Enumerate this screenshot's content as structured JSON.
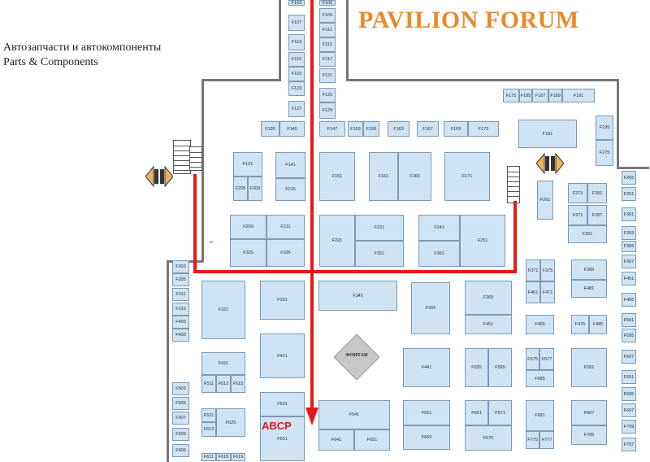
{
  "title": "PAVILION FORUM",
  "caption_ru": "Автозапчасти и автокомпоненты",
  "caption_en": "Parts & Components",
  "marker_label": "ABCP",
  "fountain_label": "ФОНТАН",
  "colors": {
    "booth_fill": "#cfe3f3",
    "route": "#e81818",
    "title": "#e88a2e",
    "entrance": "#f2b25e"
  },
  "icons": [
    "entrance-arrow-icon",
    "stairs-icon",
    "fountain-icon"
  ],
  "booths": [
    "F103",
    "F105",
    "F107",
    "F109",
    "F111",
    "F113",
    "F115",
    "F116",
    "F117",
    "F119",
    "F121",
    "F123",
    "F125",
    "F127",
    "F129",
    "F135",
    "F145",
    "F147",
    "F153",
    "F155",
    "F163",
    "F167",
    "F169",
    "F173",
    "F181",
    "F175",
    "F185",
    "F187",
    "F189",
    "F191",
    "F195",
    "F275",
    "F131",
    "F205",
    "F209",
    "F141",
    "F215",
    "F151",
    "F161",
    "F165",
    "F171",
    "F261",
    "F273",
    "F281",
    "F271",
    "F287",
    "F301",
    "F203",
    "F211",
    "F325",
    "F335",
    "F221",
    "F231",
    "F351",
    "F241",
    "F251",
    "F361",
    "F303",
    "F305",
    "F311",
    "F315",
    "F405",
    "F403",
    "F321",
    "F331",
    "F345",
    "F355",
    "F365",
    "F451",
    "F371",
    "F375",
    "F461",
    "F471",
    "F385",
    "F481",
    "F465",
    "F475",
    "F485",
    "F411",
    "F511",
    "F513",
    "F515",
    "F421",
    "F441",
    "F555",
    "F565",
    "F575",
    "F577",
    "F685",
    "F581",
    "F503",
    "F505",
    "F507",
    "F605",
    "F606",
    "F521",
    "F613",
    "F525",
    "F531",
    "F631",
    "F541",
    "F641",
    "F651",
    "F551",
    "F665",
    "F561",
    "F571",
    "F675",
    "F681",
    "F775",
    "F777",
    "F687",
    "F785",
    "F611",
    "F615",
    "F619",
    "F265",
    "F291",
    "F391",
    "F393",
    "F395",
    "F397",
    "F491",
    "F495",
    "F591",
    "F595",
    "F597",
    "F691",
    "F695",
    "F697",
    "F799",
    "F797"
  ]
}
